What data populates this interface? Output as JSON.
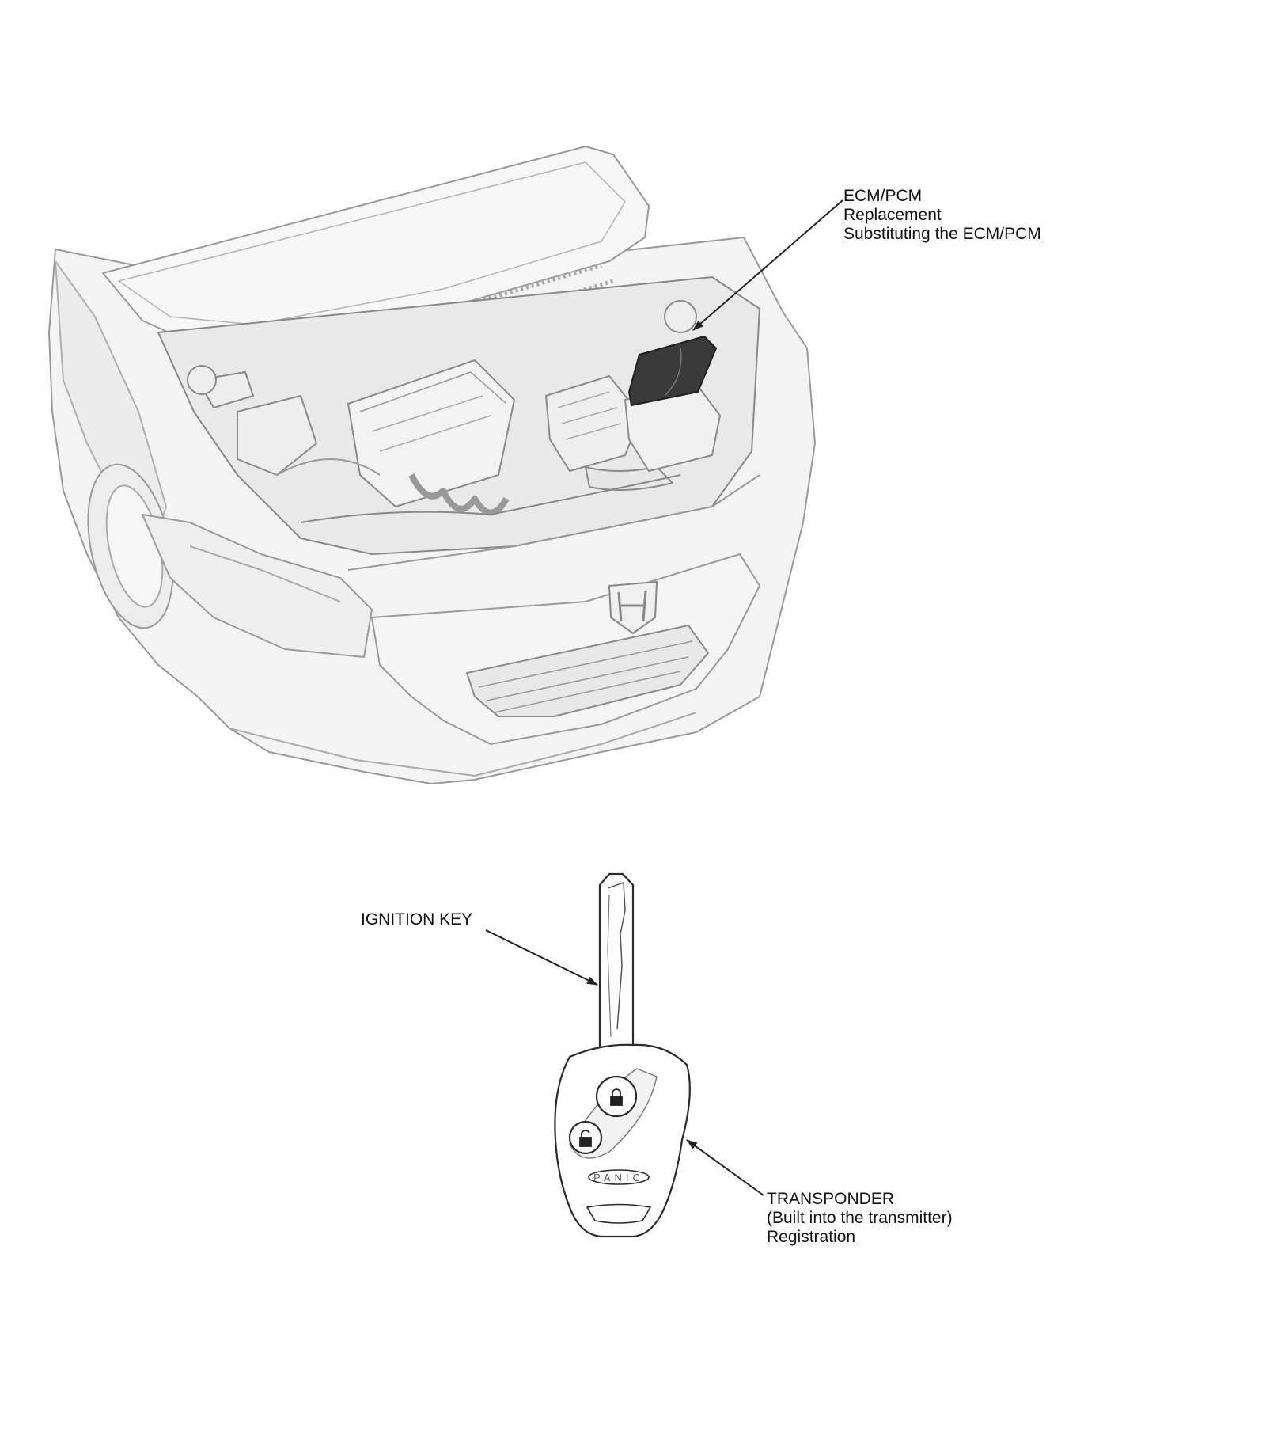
{
  "ecm_callout": {
    "title": "ECM/PCM",
    "link_replacement": "Replacement",
    "link_substituting": "Substituting the ECM/PCM"
  },
  "key_callout": {
    "title": "IGNITION KEY"
  },
  "transponder_callout": {
    "title": "TRANSPONDER",
    "subtitle": "(Built into the transmitter)",
    "link_registration": "Registration"
  },
  "key_fob": {
    "panic_label": "PANIC"
  },
  "colors": {
    "line": "#222222",
    "car_fill": "#f4f4f4",
    "car_stroke": "#9a9a9a",
    "ecm_fill": "#3a3a3a"
  }
}
